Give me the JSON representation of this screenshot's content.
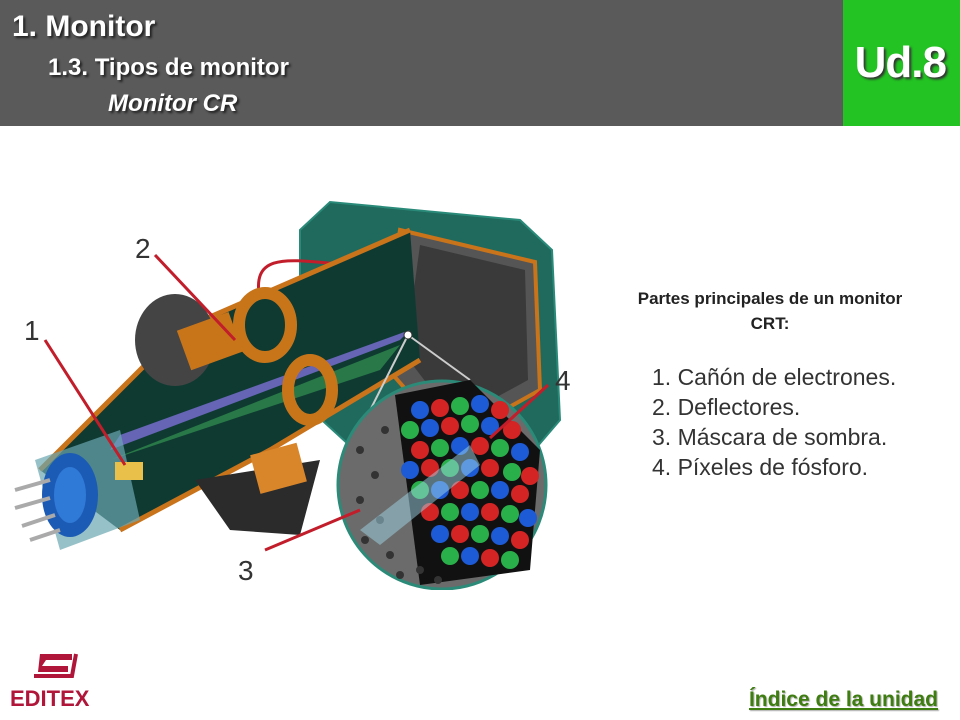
{
  "header": {
    "title": "1. Monitor",
    "subtitle": "1.3. Tipos de monitor",
    "section": "Monitor CR",
    "unit": "Ud.8"
  },
  "diagram": {
    "callouts": [
      "1",
      "2",
      "3",
      "4"
    ]
  },
  "caption": {
    "title": "Partes principales de un monitor CRT:",
    "items": [
      "1. Cañón de electrones.",
      "2. Deflectores.",
      "3. Máscara de sombra.",
      "4. Píxeles de fósforo."
    ]
  },
  "footer": {
    "logo_text": "EDITEX",
    "index_link": "Índice de la unidad"
  },
  "colors": {
    "header_bg": "#5a5a5a",
    "unit_badge_bg": "#22c322",
    "link": "#3e7d10",
    "logo": "#b0163a"
  }
}
